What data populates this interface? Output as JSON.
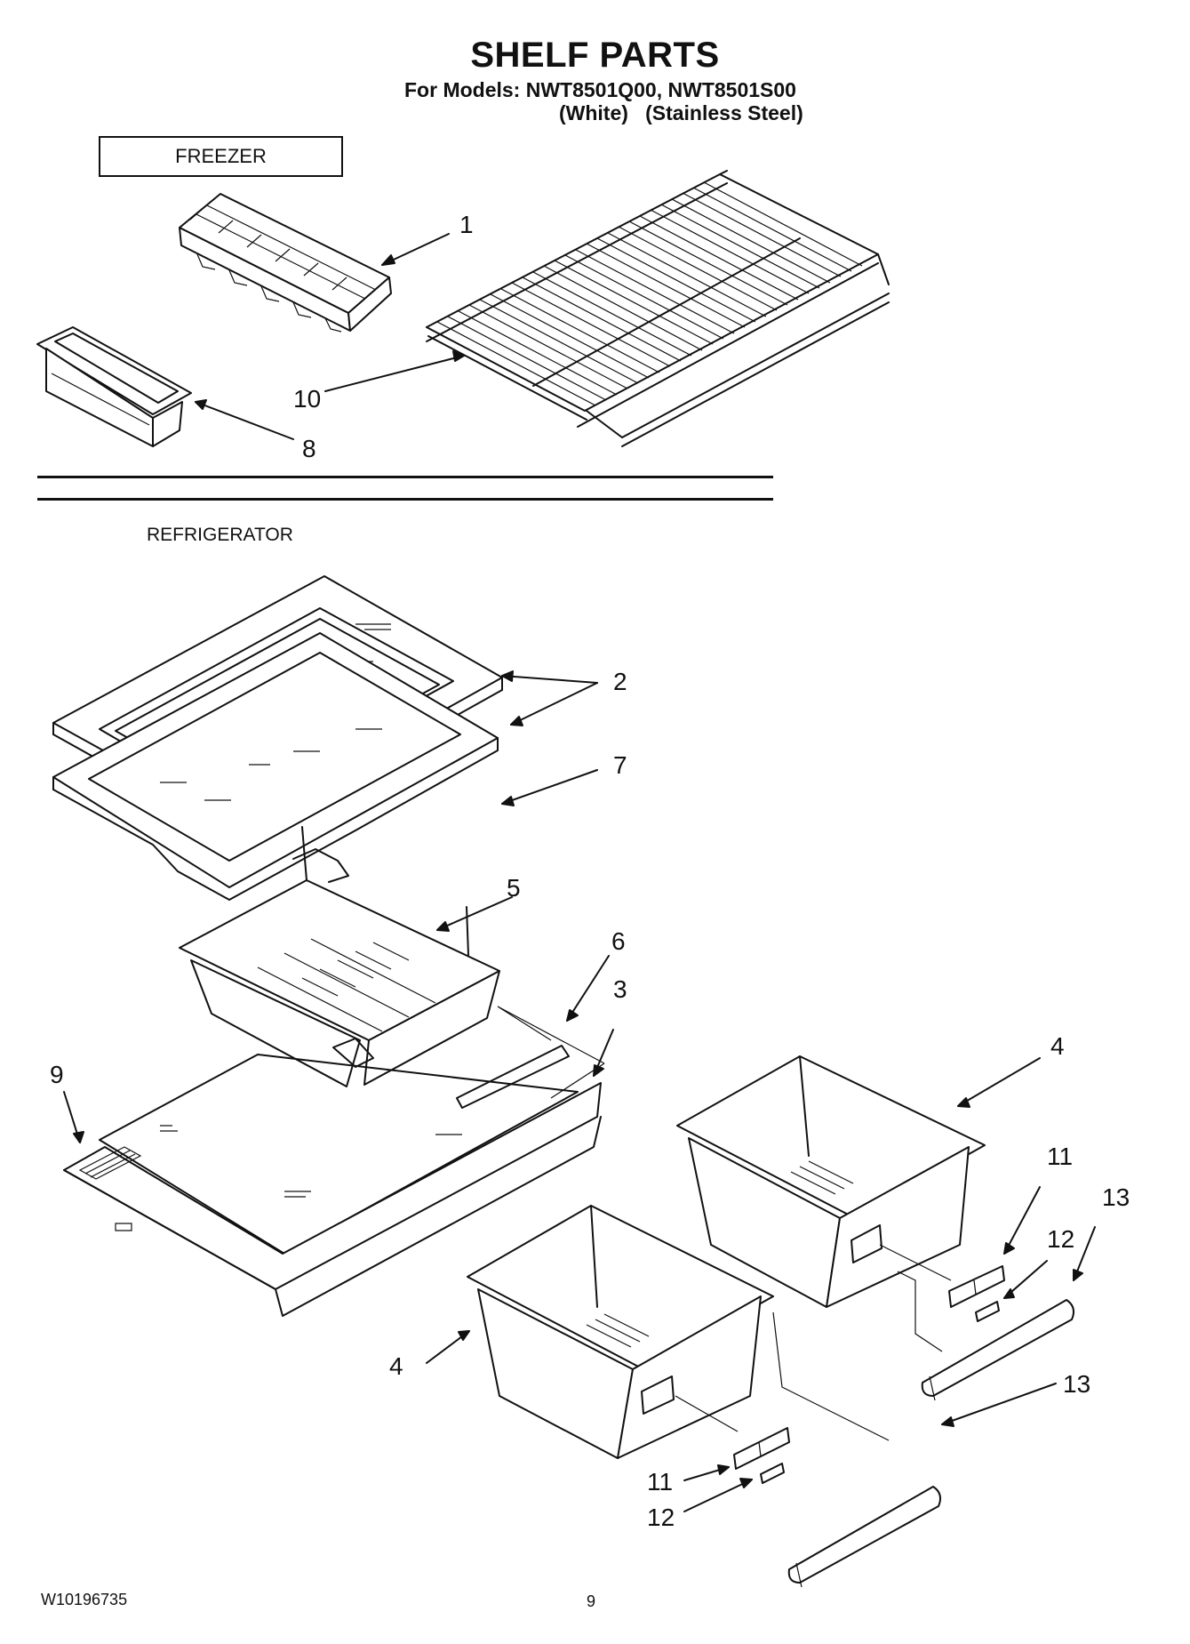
{
  "header": {
    "title": "SHELF PARTS",
    "models_line": "For Models: NWT8501Q00, NWT8501S00",
    "variant_white": "(White)",
    "variant_stainless": "(Stainless Steel)"
  },
  "sections": {
    "freezer": "FREEZER",
    "refrigerator": "REFRIGERATOR"
  },
  "callouts": [
    "1",
    "10",
    "8",
    "2",
    "7",
    "5",
    "6",
    "3",
    "9",
    "4",
    "4",
    "11",
    "12",
    "13",
    "13",
    "11",
    "12"
  ],
  "footer": {
    "doc_id": "W10196735",
    "page": "9"
  }
}
